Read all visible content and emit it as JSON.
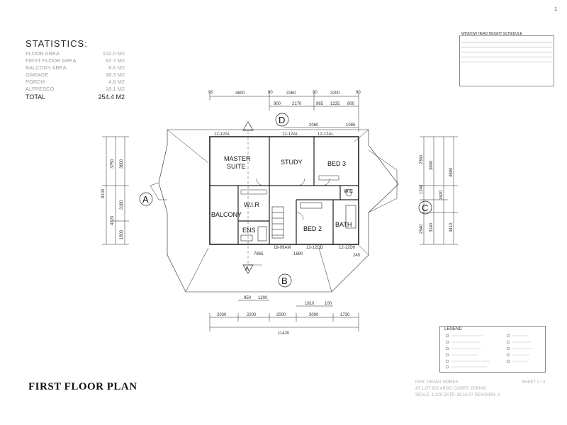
{
  "statistics": {
    "title": "STATISTICS:",
    "rows": [
      {
        "label": "FLOOR AREA",
        "value": "102.0 M2"
      },
      {
        "label": "FIRST FLOOR AREA",
        "value": "82.7 M2"
      },
      {
        "label": "BALCONY AREA",
        "value": "8.6 M2"
      },
      {
        "label": "GARAGE",
        "value": "38.3 M2"
      },
      {
        "label": "PORCH",
        "value": "4.6 M2"
      },
      {
        "label": "ALFRESCO",
        "value": "18.1 M2"
      }
    ],
    "total": {
      "label": "TOTAL",
      "value": "254.4 M2"
    }
  },
  "plan_title": "FIRST FLOOR PLAN",
  "page_mark": "1",
  "rooms": {
    "master": "MASTER",
    "suite": "SUITE",
    "study": "STUDY",
    "bed3": "BED 3",
    "wir": "W.I.R",
    "balcony": "BALCONY",
    "ens": "ENS",
    "bed2": "BED 2",
    "bath": "BATH",
    "wc": "W.C"
  },
  "grid_labels": {
    "a1": "A",
    "a2": "A",
    "b": "B",
    "c": "C",
    "d": "D"
  },
  "dims": {
    "top1": "4800",
    "top2": "3160",
    "top3": "3200",
    "top_small1": "90",
    "top_small2": "90",
    "top_small3": "90",
    "top_small4": "90",
    "top_row2_1": "900",
    "top_row2_2": "2170",
    "top_row2_3": "965",
    "top_row2_4": "1235",
    "top_row2_5": "800",
    "top_row3_1": "2060",
    "top_row3_2": "1085",
    "win1": "12-12AL",
    "win2": "12-12AL",
    "win3": "12-12AL",
    "left1": "3750",
    "left2": "3600",
    "left3": "3180",
    "left4": "4320",
    "left5": "1800",
    "left6": "8100",
    "right1": "2360",
    "right2": "3600",
    "right3": "4690",
    "right4": "1240",
    "right5": "1620",
    "right6": "3140",
    "right7": "2540",
    "right8": "3410",
    "bot1": "7865",
    "bot2": "1690",
    "bot3": "245",
    "bot_win1": "18-09AM",
    "bot_win2": "12-12DD",
    "bot_win3": "12-12D0",
    "lower1": "950",
    "lower2": "1200",
    "lower3": "1810",
    "lower4": "100",
    "lower_row1": "2030",
    "lower_row2": "2200",
    "lower_row3": "2000",
    "lower_row4": "3000",
    "lower_row5": "1730",
    "overall": "11420"
  },
  "schedule": {
    "title": "WINDOW HEAD HEIGHT SCHEDULE"
  },
  "legend": {
    "title": "LEGEND"
  },
  "titleblock": {
    "line1": "FOR: GRANT HOMES",
    "line2": "AT: LOT 925 ARGO COURT, EPPING",
    "line3": "SCALE: 1:100     DATE: 28.10.07     REVISION: 3",
    "sheet": "SHEET 2 / 4"
  }
}
